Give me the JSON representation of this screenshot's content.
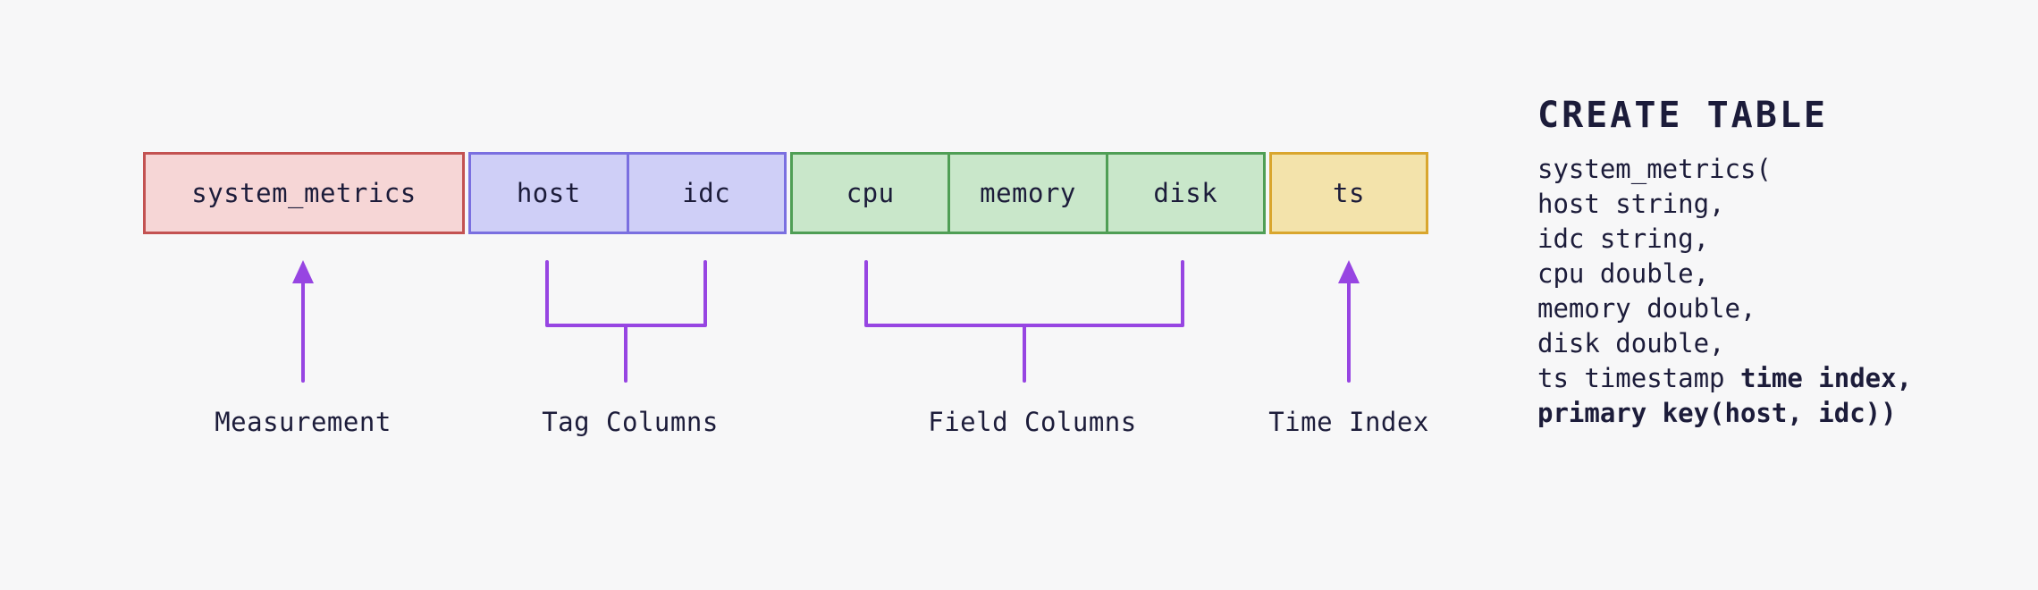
{
  "colors": {
    "bg": "#f7f7f8",
    "ink": "#1c1c3a",
    "accent": "#9745e2",
    "measure-fill": "#f6d6d6",
    "measure-stroke": "#c35252",
    "tag-fill": "#cfcff7",
    "tag-stroke": "#7a6fe0",
    "field-fill": "#c9e7ca",
    "field-stroke": "#4f9e55",
    "time-fill": "#f3e3ab",
    "time-stroke": "#d9a62e"
  },
  "diagram": {
    "cells": {
      "measurement": "system_metrics",
      "tag1": "host",
      "tag2": "idc",
      "field1": "cpu",
      "field2": "memory",
      "field3": "disk",
      "time": "ts"
    },
    "labels": {
      "measurement": "Measurement",
      "tag": "Tag Columns",
      "field": "Field Columns",
      "time": "Time Index"
    }
  },
  "sql": {
    "title": "CREATE TABLE",
    "line1": "system_metrics(",
    "line2": "host string,",
    "line3": "idc string,",
    "line4": "cpu double,",
    "line5": "memory double,",
    "line6": "disk double,",
    "line7_normal": "ts timestamp ",
    "line7_bold": "time index,",
    "line8_bold": "primary key(host, idc))"
  }
}
